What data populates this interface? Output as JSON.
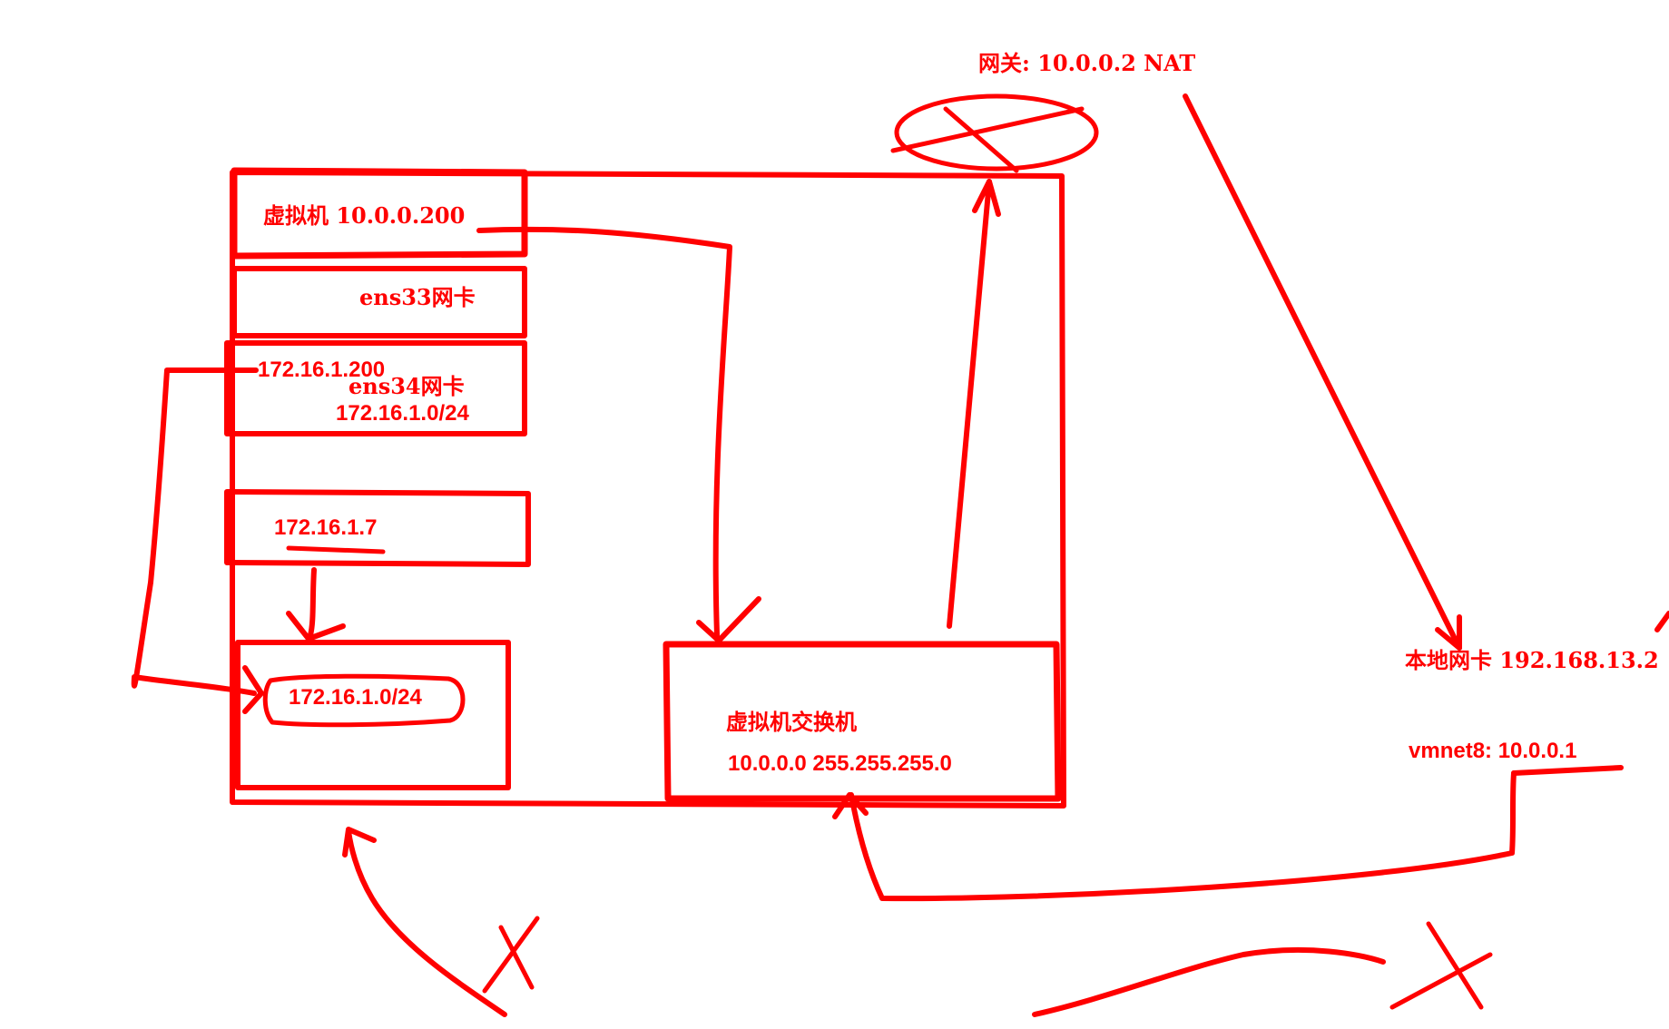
{
  "colors": {
    "ink": "#ff0000",
    "background": "#ffffff"
  },
  "labels": {
    "gateway": "网关: 10.0.0.2   NAT",
    "vm": "虚拟机 10.0.0.200",
    "ens33": "ens33网卡",
    "ens34_ip": "172.16.1.200",
    "ens34": "ens34网卡",
    "ens34_net": "172.16.1.0/24",
    "host7": "172.16.1.7",
    "lan_net": "172.16.1.0/24",
    "switch_name": "虚拟机交换机",
    "switch_net": "10.0.0.0  255.255.255.0",
    "local_nic": "本地网卡  192.168.13.2",
    "vmnet8": "vmnet8: 10.0.0.1"
  }
}
